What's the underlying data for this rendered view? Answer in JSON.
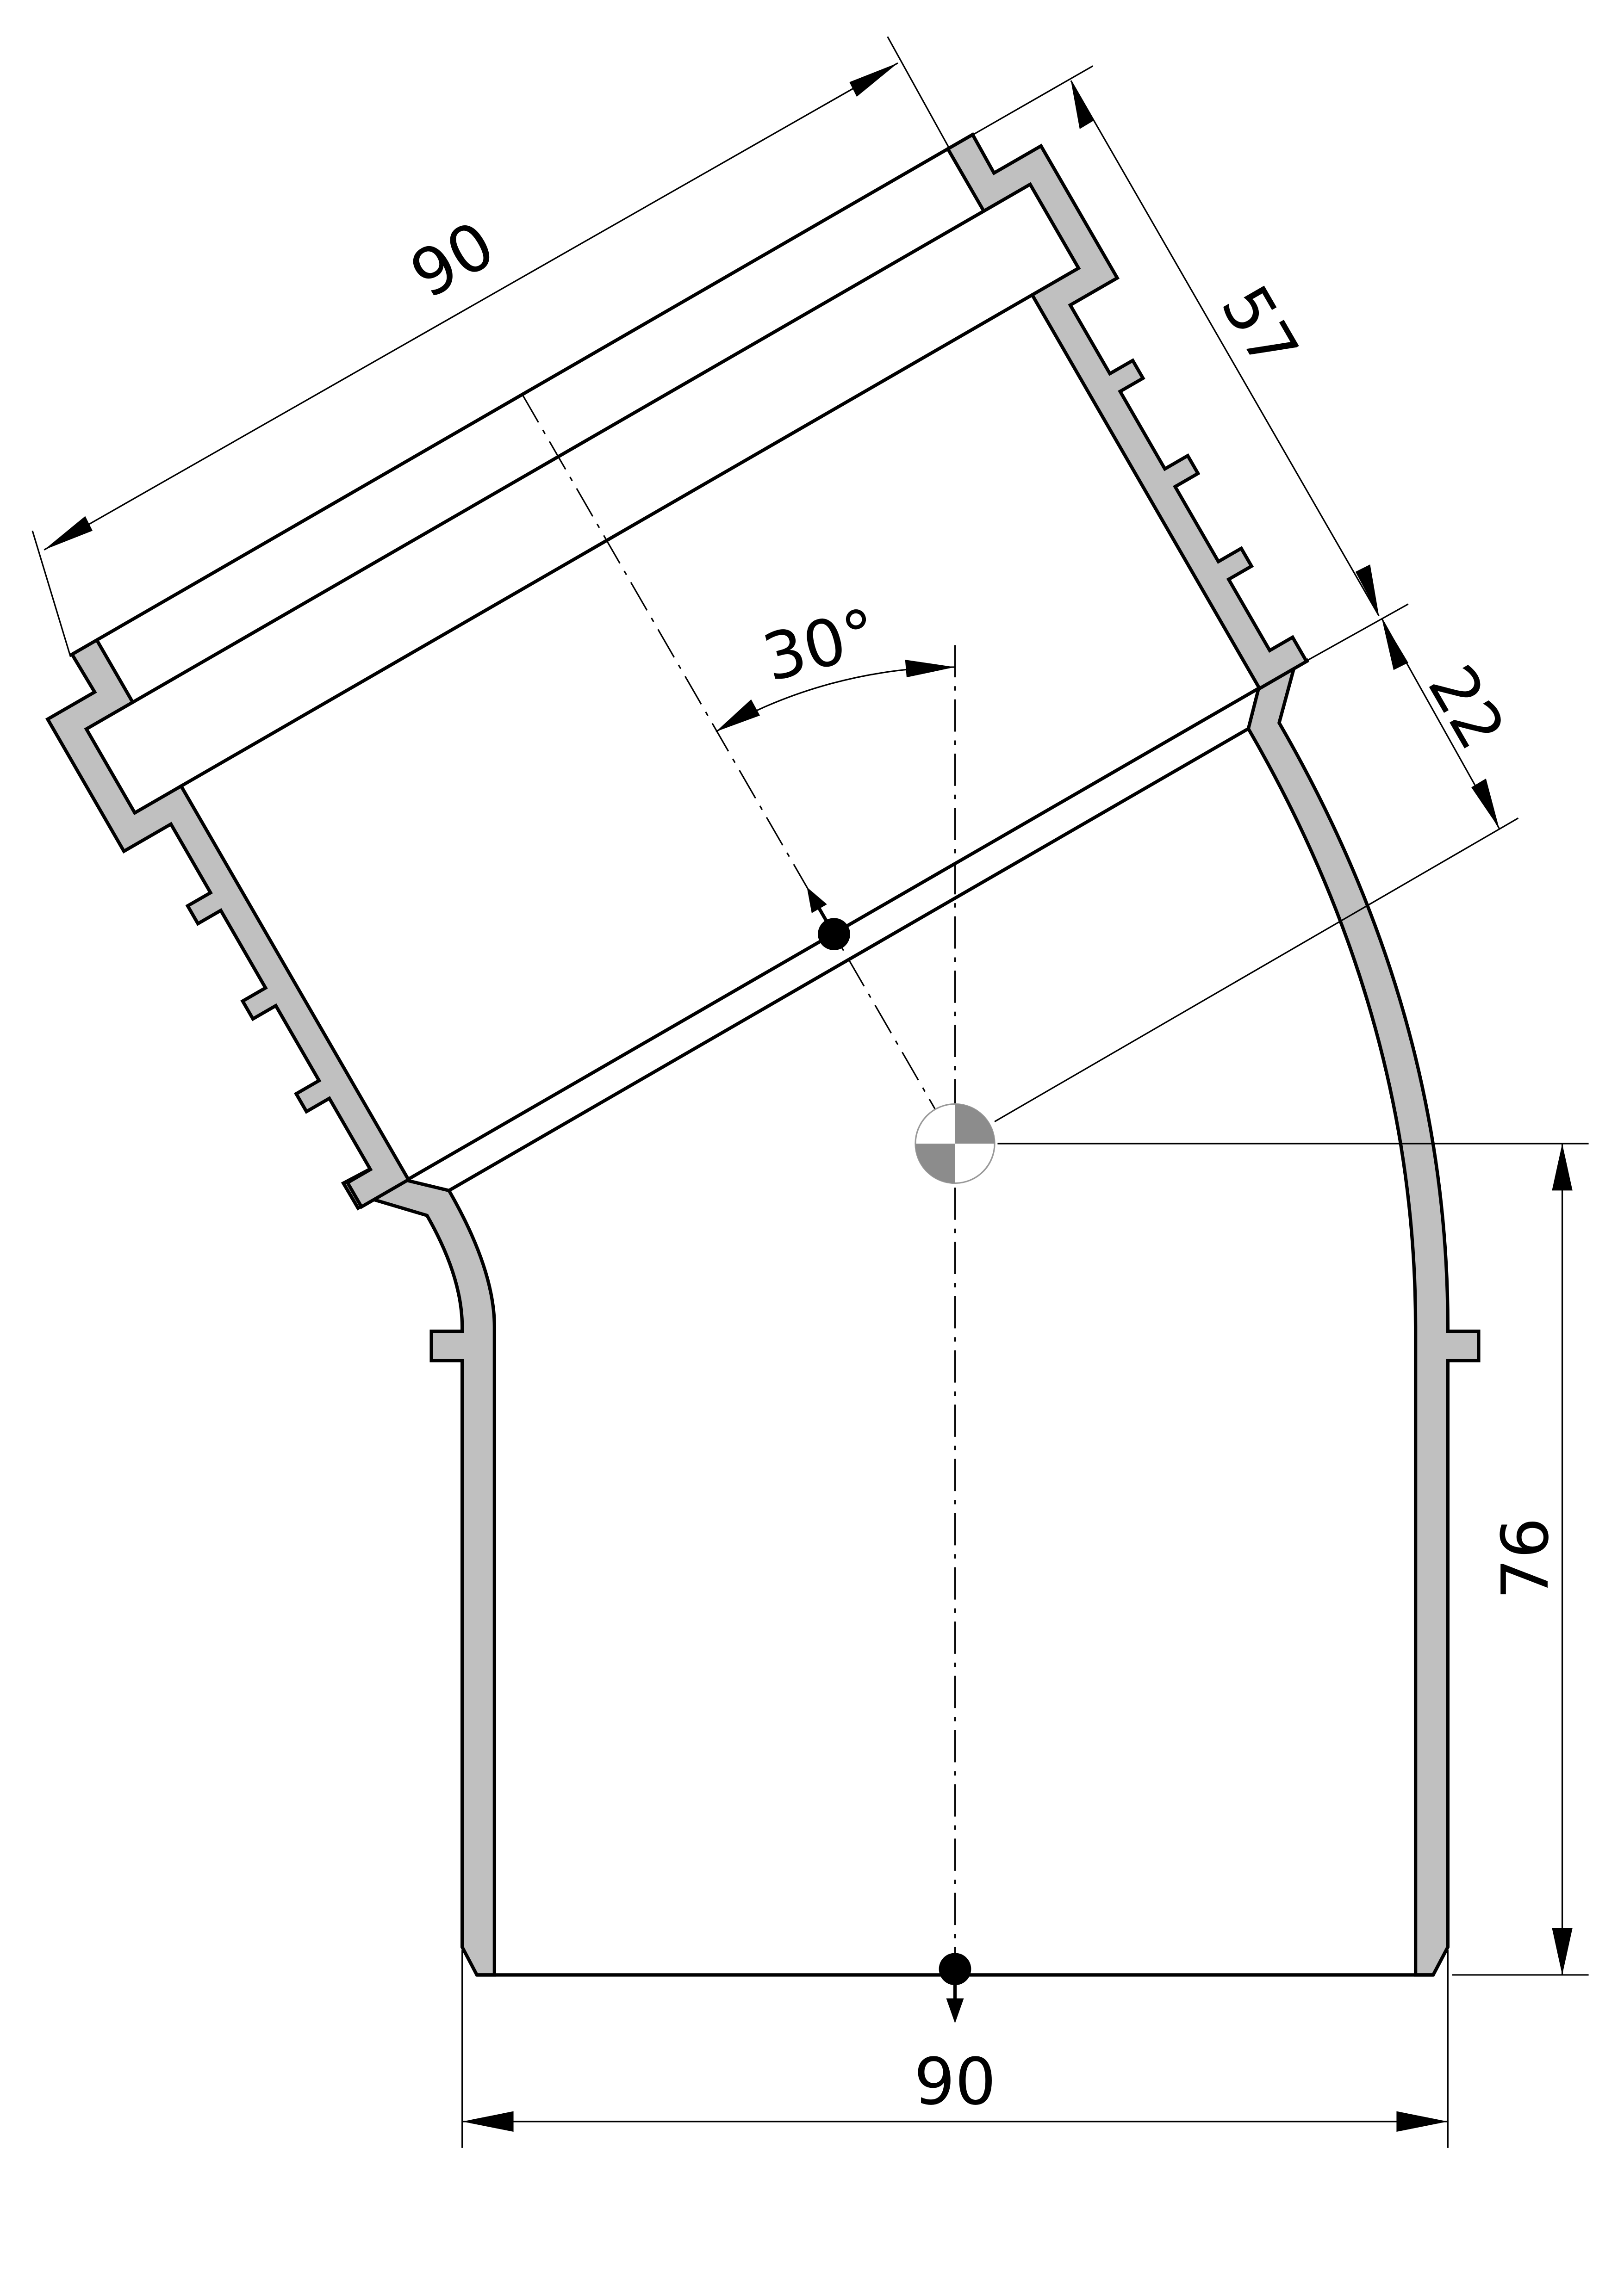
{
  "drawing": {
    "colors": {
      "material": "#c0c0c0",
      "line": "#000000",
      "center_dark": "#8c8c8c"
    },
    "dimensions": {
      "socket_width": "90",
      "socket_depth": "57",
      "seal_offset": "22",
      "bend_angle": "30°",
      "spigot_length": "76",
      "pipe_diameter": "90"
    }
  }
}
